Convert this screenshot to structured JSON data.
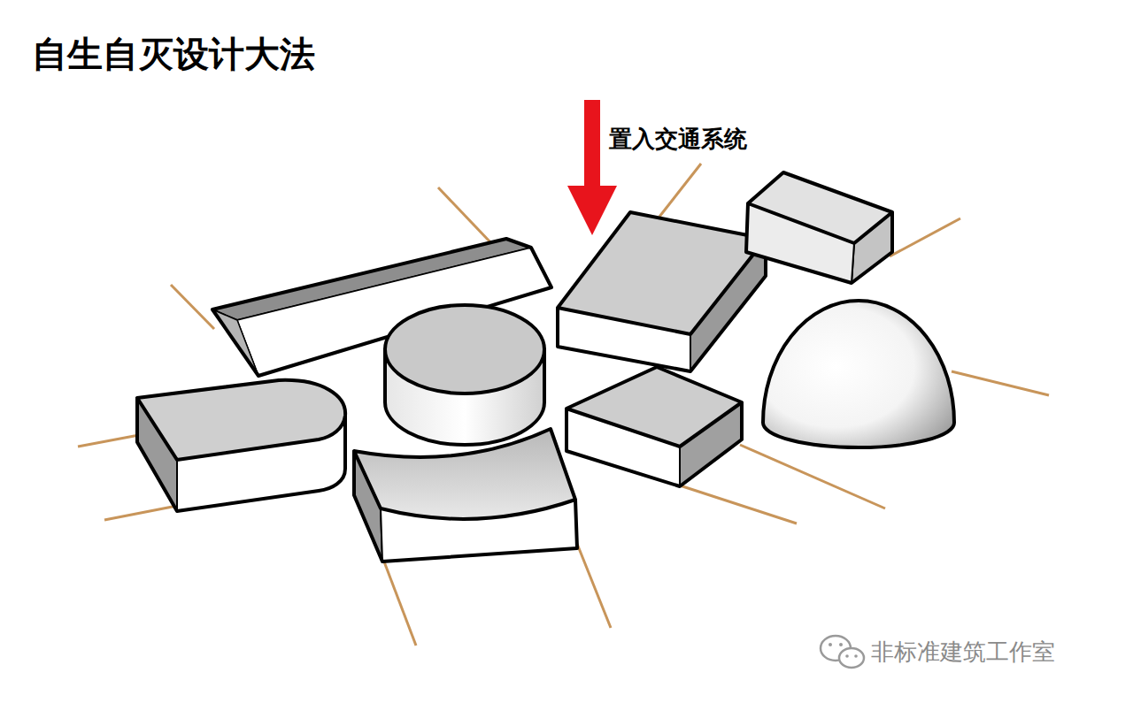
{
  "diagram": {
    "title": "自生自灭设计大法",
    "labels": [
      "置入交通系统",
      "非标准建筑工作室"
    ]
  }
}
